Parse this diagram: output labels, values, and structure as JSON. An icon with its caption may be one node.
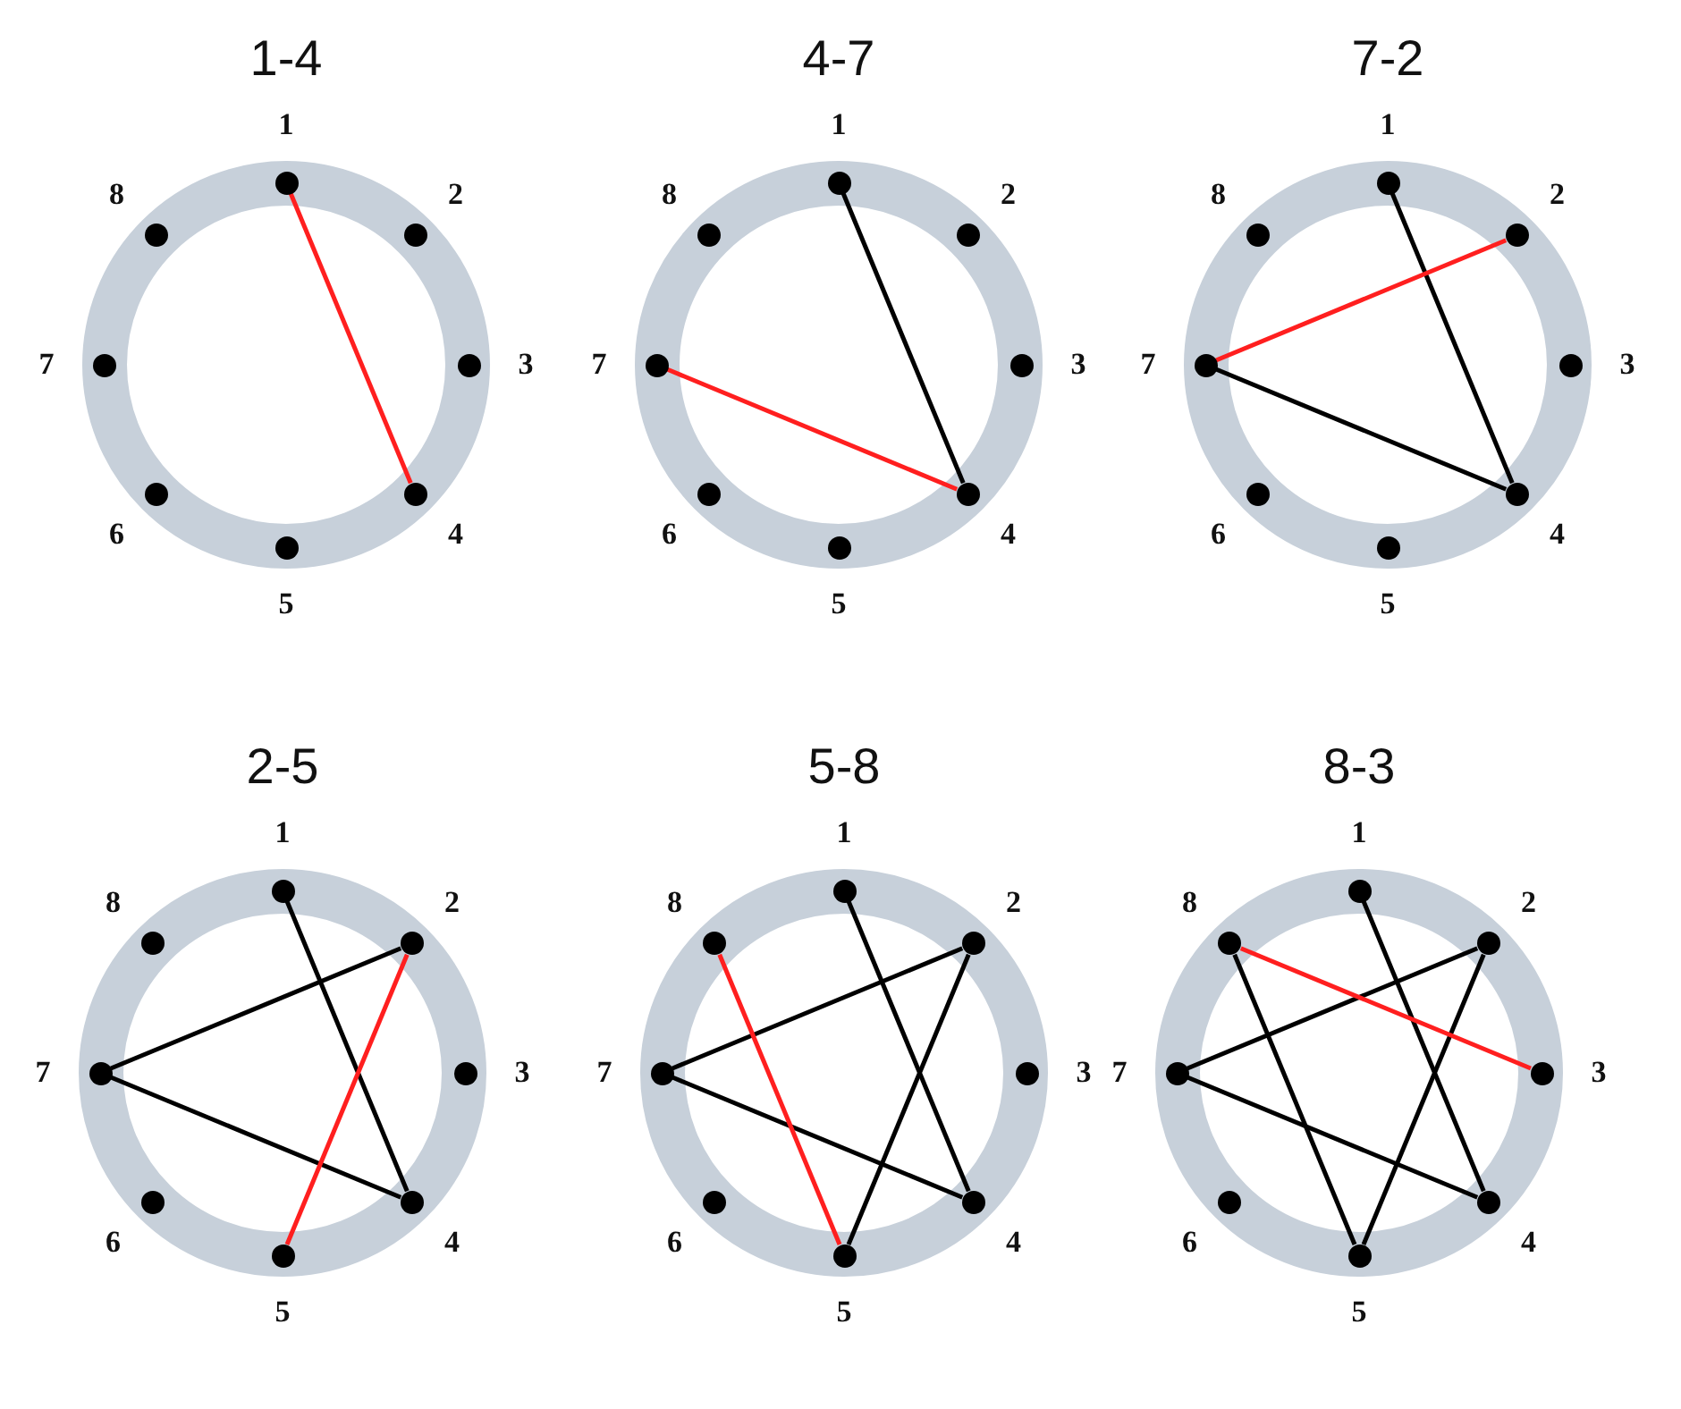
{
  "diagram": {
    "nodes": [
      {
        "text": [
          "1-4"
        ]
      },
      {
        "text": [],
        "shape": "circle",
        "in": 0,
        "beside": [
          "1"
        ]
      },
      {
        "text": [],
        "shape": "circle",
        "in": 0,
        "beside": [
          "2"
        ]
      },
      {
        "text": [],
        "shape": "circle",
        "in": 0,
        "beside": [
          "3"
        ]
      },
      {
        "text": [],
        "shape": "circle",
        "in": 0,
        "beside": [
          "4"
        ]
      },
      {
        "text": [],
        "shape": "circle",
        "in": 0,
        "beside": [
          "5"
        ]
      },
      {
        "text": [],
        "shape": "circle",
        "in": 0,
        "beside": [
          "6"
        ]
      },
      {
        "text": [],
        "shape": "circle",
        "in": 0,
        "beside": [
          "7"
        ]
      },
      {
        "text": [],
        "shape": "circle",
        "in": 0,
        "beside": [
          "8"
        ]
      },
      {
        "text": [
          "4-7"
        ]
      },
      {
        "text": [],
        "shape": "circle",
        "in": 9,
        "beside": [
          "1"
        ]
      },
      {
        "text": [],
        "shape": "circle",
        "in": 9,
        "beside": [
          "2"
        ]
      },
      {
        "text": [],
        "shape": "circle",
        "in": 9,
        "beside": [
          "3"
        ]
      },
      {
        "text": [],
        "shape": "circle",
        "in": 9,
        "beside": [
          "4"
        ]
      },
      {
        "text": [],
        "shape": "circle",
        "in": 9,
        "beside": [
          "5"
        ]
      },
      {
        "text": [],
        "shape": "circle",
        "in": 9,
        "beside": [
          "6"
        ]
      },
      {
        "text": [],
        "shape": "circle",
        "in": 9,
        "beside": [
          "7"
        ]
      },
      {
        "text": [],
        "shape": "circle",
        "in": 9,
        "beside": [
          "8"
        ]
      },
      {
        "text": [
          "7-2"
        ]
      },
      {
        "text": [],
        "shape": "circle",
        "in": 18,
        "beside": [
          "1"
        ]
      },
      {
        "text": [],
        "shape": "circle",
        "in": 18,
        "beside": [
          "2"
        ]
      },
      {
        "text": [],
        "shape": "circle",
        "in": 18,
        "beside": [
          "3"
        ]
      },
      {
        "text": [],
        "shape": "circle",
        "in": 18,
        "beside": [
          "4"
        ]
      },
      {
        "text": [],
        "shape": "circle",
        "in": 18,
        "beside": [
          "5"
        ]
      },
      {
        "text": [],
        "shape": "circle",
        "in": 18,
        "beside": [
          "6"
        ]
      },
      {
        "text": [],
        "shape": "circle",
        "in": 18,
        "beside": [
          "7"
        ]
      },
      {
        "text": [],
        "shape": "circle",
        "in": 18,
        "beside": [
          "8"
        ]
      },
      {
        "text": [
          "2-5"
        ]
      },
      {
        "text": [],
        "shape": "circle",
        "in": 27,
        "beside": [
          "1"
        ]
      },
      {
        "text": [],
        "shape": "circle",
        "in": 27,
        "beside": [
          "2"
        ]
      },
      {
        "text": [],
        "shape": "circle",
        "in": 27,
        "beside": [
          "3"
        ]
      },
      {
        "text": [],
        "shape": "circle",
        "in": 27,
        "beside": [
          "4"
        ]
      },
      {
        "text": [],
        "shape": "circle",
        "in": 27,
        "beside": [
          "5"
        ]
      },
      {
        "text": [],
        "shape": "circle",
        "in": 27,
        "beside": [
          "6"
        ]
      },
      {
        "text": [],
        "shape": "circle",
        "in": 27,
        "beside": [
          "7"
        ]
      },
      {
        "text": [],
        "shape": "circle",
        "in": 27,
        "beside": [
          "8"
        ]
      },
      {
        "text": [
          "5-8"
        ]
      },
      {
        "text": [],
        "shape": "circle",
        "in": 36,
        "beside": [
          "1"
        ]
      },
      {
        "text": [],
        "shape": "circle",
        "in": 36,
        "beside": [
          "2"
        ]
      },
      {
        "text": [],
        "shape": "circle",
        "in": 36,
        "beside": [
          "3"
        ]
      },
      {
        "text": [],
        "shape": "circle",
        "in": 36,
        "beside": [
          "4"
        ]
      },
      {
        "text": [],
        "shape": "circle",
        "in": 36,
        "beside": [
          "5"
        ]
      },
      {
        "text": [],
        "shape": "circle",
        "in": 36,
        "beside": [
          "6"
        ]
      },
      {
        "text": [],
        "shape": "circle",
        "in": 36,
        "beside": [
          "7"
        ]
      },
      {
        "text": [],
        "shape": "circle",
        "in": 36,
        "beside": [
          "8"
        ]
      },
      {
        "text": [
          "8-3"
        ]
      },
      {
        "text": [],
        "shape": "circle",
        "in": 45,
        "beside": [
          "1"
        ]
      },
      {
        "text": [],
        "shape": "circle",
        "in": 45,
        "beside": [
          "2"
        ]
      },
      {
        "text": [],
        "shape": "circle",
        "in": 45,
        "beside": [
          "3"
        ]
      },
      {
        "text": [],
        "shape": "circle",
        "in": 45,
        "beside": [
          "4"
        ]
      },
      {
        "text": [],
        "shape": "circle",
        "in": 45,
        "beside": [
          "5"
        ]
      },
      {
        "text": [],
        "shape": "circle",
        "in": 45,
        "beside": [
          "6"
        ]
      },
      {
        "text": [],
        "shape": "circle",
        "in": 45,
        "beside": [
          "7"
        ]
      },
      {
        "text": [],
        "shape": "circle",
        "in": 45,
        "beside": [
          "8"
        ]
      }
    ],
    "edges": [
      {
        "from": 1,
        "to": 4,
        "arrow": "none",
        "color": "#ff1f1f"
      },
      {
        "from": 10,
        "to": 13,
        "arrow": "none"
      },
      {
        "from": 13,
        "to": 16,
        "arrow": "none",
        "color": "#ff1f1f"
      },
      {
        "from": 19,
        "to": 22,
        "arrow": "none"
      },
      {
        "from": 22,
        "to": 25,
        "arrow": "none"
      },
      {
        "from": 25,
        "to": 20,
        "arrow": "none",
        "color": "#ff1f1f"
      },
      {
        "from": 28,
        "to": 31,
        "arrow": "none"
      },
      {
        "from": 31,
        "to": 34,
        "arrow": "none"
      },
      {
        "from": 34,
        "to": 29,
        "arrow": "none"
      },
      {
        "from": 29,
        "to": 32,
        "arrow": "none",
        "color": "#ff1f1f"
      },
      {
        "from": 37,
        "to": 40,
        "arrow": "none"
      },
      {
        "from": 40,
        "to": 43,
        "arrow": "none"
      },
      {
        "from": 43,
        "to": 38,
        "arrow": "none"
      },
      {
        "from": 38,
        "to": 41,
        "arrow": "none"
      },
      {
        "from": 41,
        "to": 44,
        "arrow": "none",
        "color": "#ff1f1f"
      },
      {
        "from": 46,
        "to": 49,
        "arrow": "none"
      },
      {
        "from": 49,
        "to": 52,
        "arrow": "none"
      },
      {
        "from": 52,
        "to": 47,
        "arrow": "none"
      },
      {
        "from": 47,
        "to": 50,
        "arrow": "none"
      },
      {
        "from": 50,
        "to": 53,
        "arrow": "none"
      },
      {
        "from": 53,
        "to": 48,
        "arrow": "none",
        "color": "#ff1f1f"
      }
    ]
  }
}
